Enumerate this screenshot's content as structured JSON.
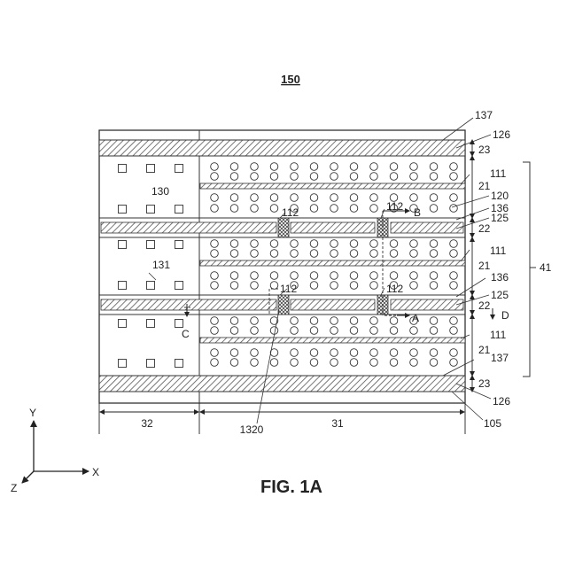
{
  "figure": {
    "number": "150",
    "caption": "FIG. 1A"
  },
  "labels": {
    "l137_top": "137",
    "l126_top": "126",
    "l23_top": "23",
    "l111_a": "111",
    "l21_a": "21",
    "l120": "120",
    "l136_a": "136",
    "l125_a": "125",
    "l22_a": "22",
    "l111_b": "111",
    "l21_b": "21",
    "l41": "41",
    "l136_b": "136",
    "l125_b": "125",
    "l22_b": "22",
    "lD": "D",
    "l111_c": "111",
    "l21_c": "21",
    "l137_bot": "137",
    "l23_bot": "23",
    "l126_bot": "126",
    "l105": "105",
    "l130": "130",
    "l131": "131",
    "l112_a": "112",
    "l112_b": "112",
    "l112_c": "112",
    "l112_d": "112",
    "lB": "B",
    "lA": "A",
    "lC": "C",
    "l1320": "1320",
    "l32": "32",
    "l31": "31"
  },
  "axes": {
    "y": "Y",
    "x": "X",
    "z": "Z"
  },
  "colors": {
    "line": "#333333",
    "hatch": "#555555",
    "background": "#ffffff"
  }
}
